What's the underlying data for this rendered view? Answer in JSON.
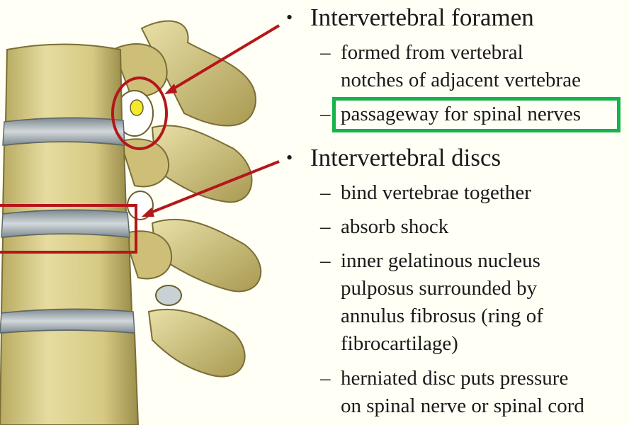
{
  "colors": {
    "background": "#fffff5",
    "bone": "#dcd08e",
    "bone_shadow": "#a89a55",
    "disc": "#a9b2b6",
    "annotation_red": "#b5161a",
    "highlight_green": "#16b34a",
    "foramen_marker": "#f2ea2a"
  },
  "bullets": [
    {
      "heading": "Intervertebral foramen",
      "items": [
        {
          "lines": [
            "formed from vertebral",
            "notches of adjacent vertebrae"
          ]
        },
        {
          "lines": [
            "passageway for spinal nerves"
          ],
          "highlighted": true
        }
      ]
    },
    {
      "heading": "Intervertebral discs",
      "items": [
        {
          "lines": [
            "bind vertebrae together"
          ]
        },
        {
          "lines": [
            "absorb shock"
          ]
        },
        {
          "lines": [
            "inner gelatinous nucleus",
            "pulposus surrounded by",
            "annulus fibrosus (ring of",
            "fibrocartilage)"
          ]
        },
        {
          "lines": [
            "herniated disc puts pressure",
            "on spinal nerve or spinal cord"
          ]
        }
      ]
    }
  ],
  "symbols": {
    "bullet": "•",
    "dash": "–"
  }
}
